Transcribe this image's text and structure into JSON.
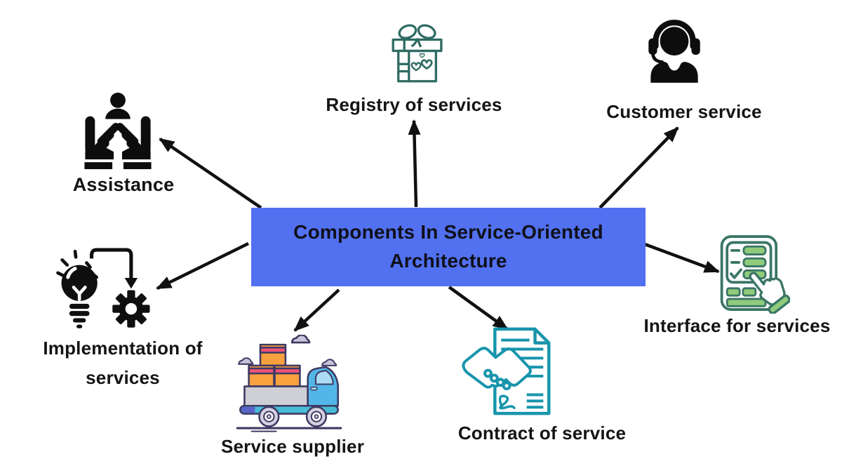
{
  "center": {
    "title": "Components In Service-Oriented Architecture",
    "bg_color": "#5271F0",
    "text_color": "#10101a"
  },
  "nodes": {
    "assistance": {
      "label": "Assistance",
      "icon": "hands-holding-person-icon"
    },
    "registry": {
      "label": "Registry of services",
      "icon": "gift-box-icon"
    },
    "customer": {
      "label": "Customer service",
      "icon": "support-agent-headset-icon"
    },
    "interface": {
      "label": "Interface for services",
      "icon": "checklist-touch-hand-icon"
    },
    "contract": {
      "label": "Contract of service",
      "icon": "handshake-document-icon"
    },
    "supplier": {
      "label": "Service supplier",
      "icon": "delivery-truck-boxes-icon"
    },
    "implementation": {
      "label": "Implementation of services",
      "icon": "idea-bulb-to-gear-icon"
    }
  },
  "colors": {
    "arrow": "#111111",
    "black_icon": "#0d0d0d",
    "gift_teal": "#2E6B63",
    "contract_cyan": "#1795AC",
    "interface_outline": "#3A7566",
    "interface_green": "#8FCB7B",
    "truck_outline": "#3E3A63",
    "truck_box_orange": "#F9A03F",
    "truck_box_pink": "#F0527A",
    "truck_cab_blue": "#52B7E8",
    "truck_bed_gray": "#CFCFD6",
    "truck_bumper": "#49BCD6",
    "cloud_fill": "#C9C5DA"
  }
}
